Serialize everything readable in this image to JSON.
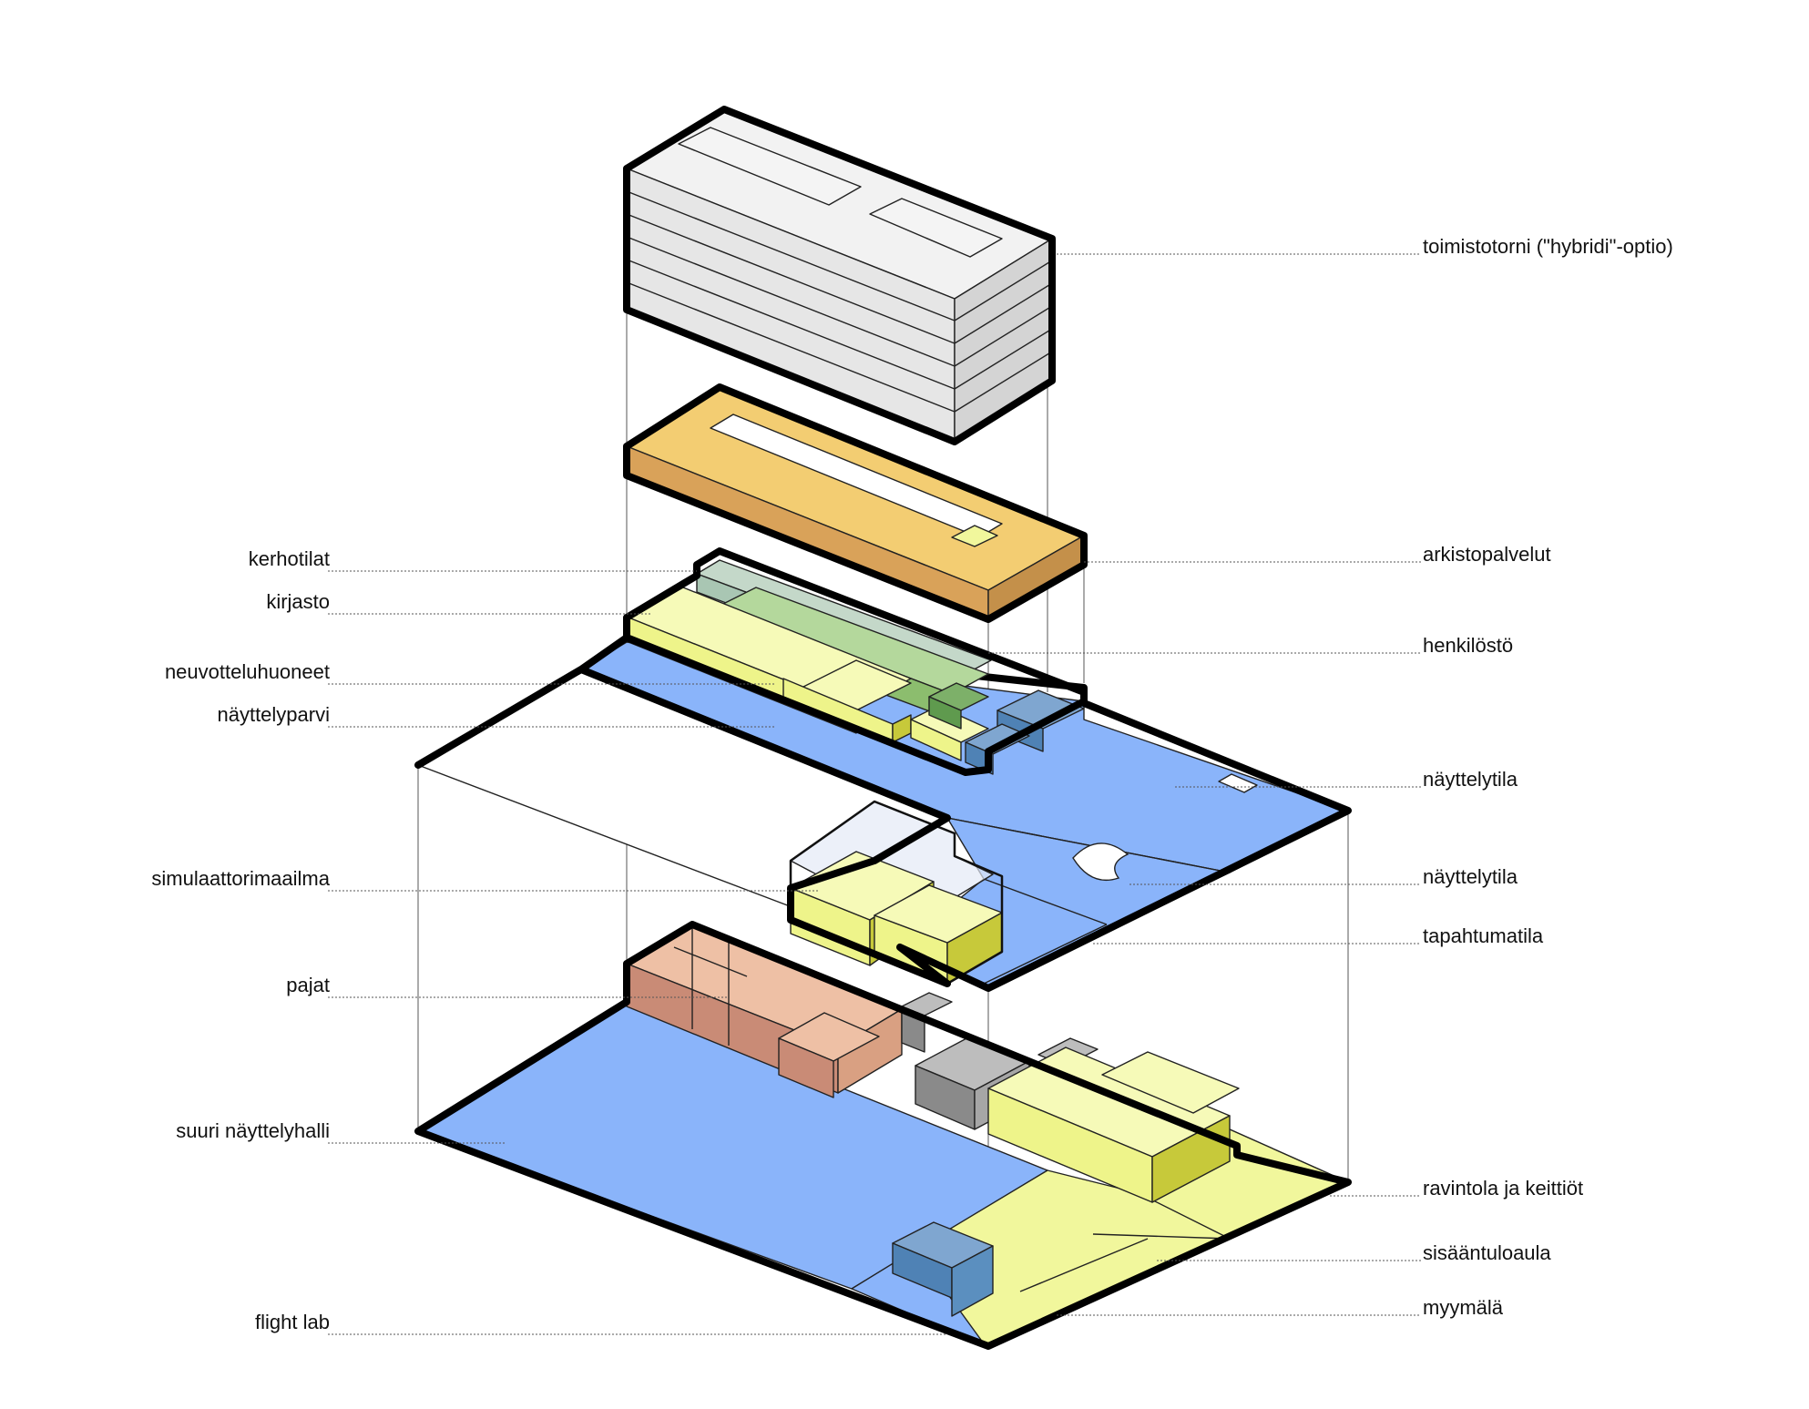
{
  "labels_left": [
    {
      "id": "kerhotilat",
      "text": "kerhotilat"
    },
    {
      "id": "kirjasto",
      "text": "kirjasto"
    },
    {
      "id": "neuvotteluhuoneet",
      "text": "neuvotteluhuoneet"
    },
    {
      "id": "nayttelyparvi",
      "text": "näyttelyparvi"
    },
    {
      "id": "simulaattorimaailma",
      "text": "simulaattorimaailma"
    },
    {
      "id": "pajat",
      "text": "pajat"
    },
    {
      "id": "suuri-nayttelyhalli",
      "text": "suuri näyttelyhalli"
    },
    {
      "id": "flight-lab",
      "text": "flight lab"
    }
  ],
  "labels_right": [
    {
      "id": "toimistotorni",
      "text": "toimistotorni (\"hybridi\"-optio)"
    },
    {
      "id": "arkistopalvelut",
      "text": "arkistopalvelut"
    },
    {
      "id": "henkilosto",
      "text": "henkilöstö"
    },
    {
      "id": "nayttelytila-1",
      "text": "näyttelytila"
    },
    {
      "id": "nayttelytila-2",
      "text": "näyttelytila"
    },
    {
      "id": "tapahtumatila",
      "text": "tapahtumatila"
    },
    {
      "id": "ravintola",
      "text": "ravintola ja keittiöt"
    },
    {
      "id": "sisaantuloaula",
      "text": "sisääntuloaula"
    },
    {
      "id": "myymala",
      "text": "myymälä"
    }
  ],
  "colors": {
    "exhibition_blue": "#8ab4fa",
    "service_blue": "#5b8fbf",
    "yellow": "#f1f79c",
    "green": "#8cbd6e",
    "sage": "#a9c6b3",
    "orange": "#f0c66c",
    "salmon": "#e5a98b",
    "grey": "#9a9a9a",
    "light_grey": "#e8e8e8"
  }
}
